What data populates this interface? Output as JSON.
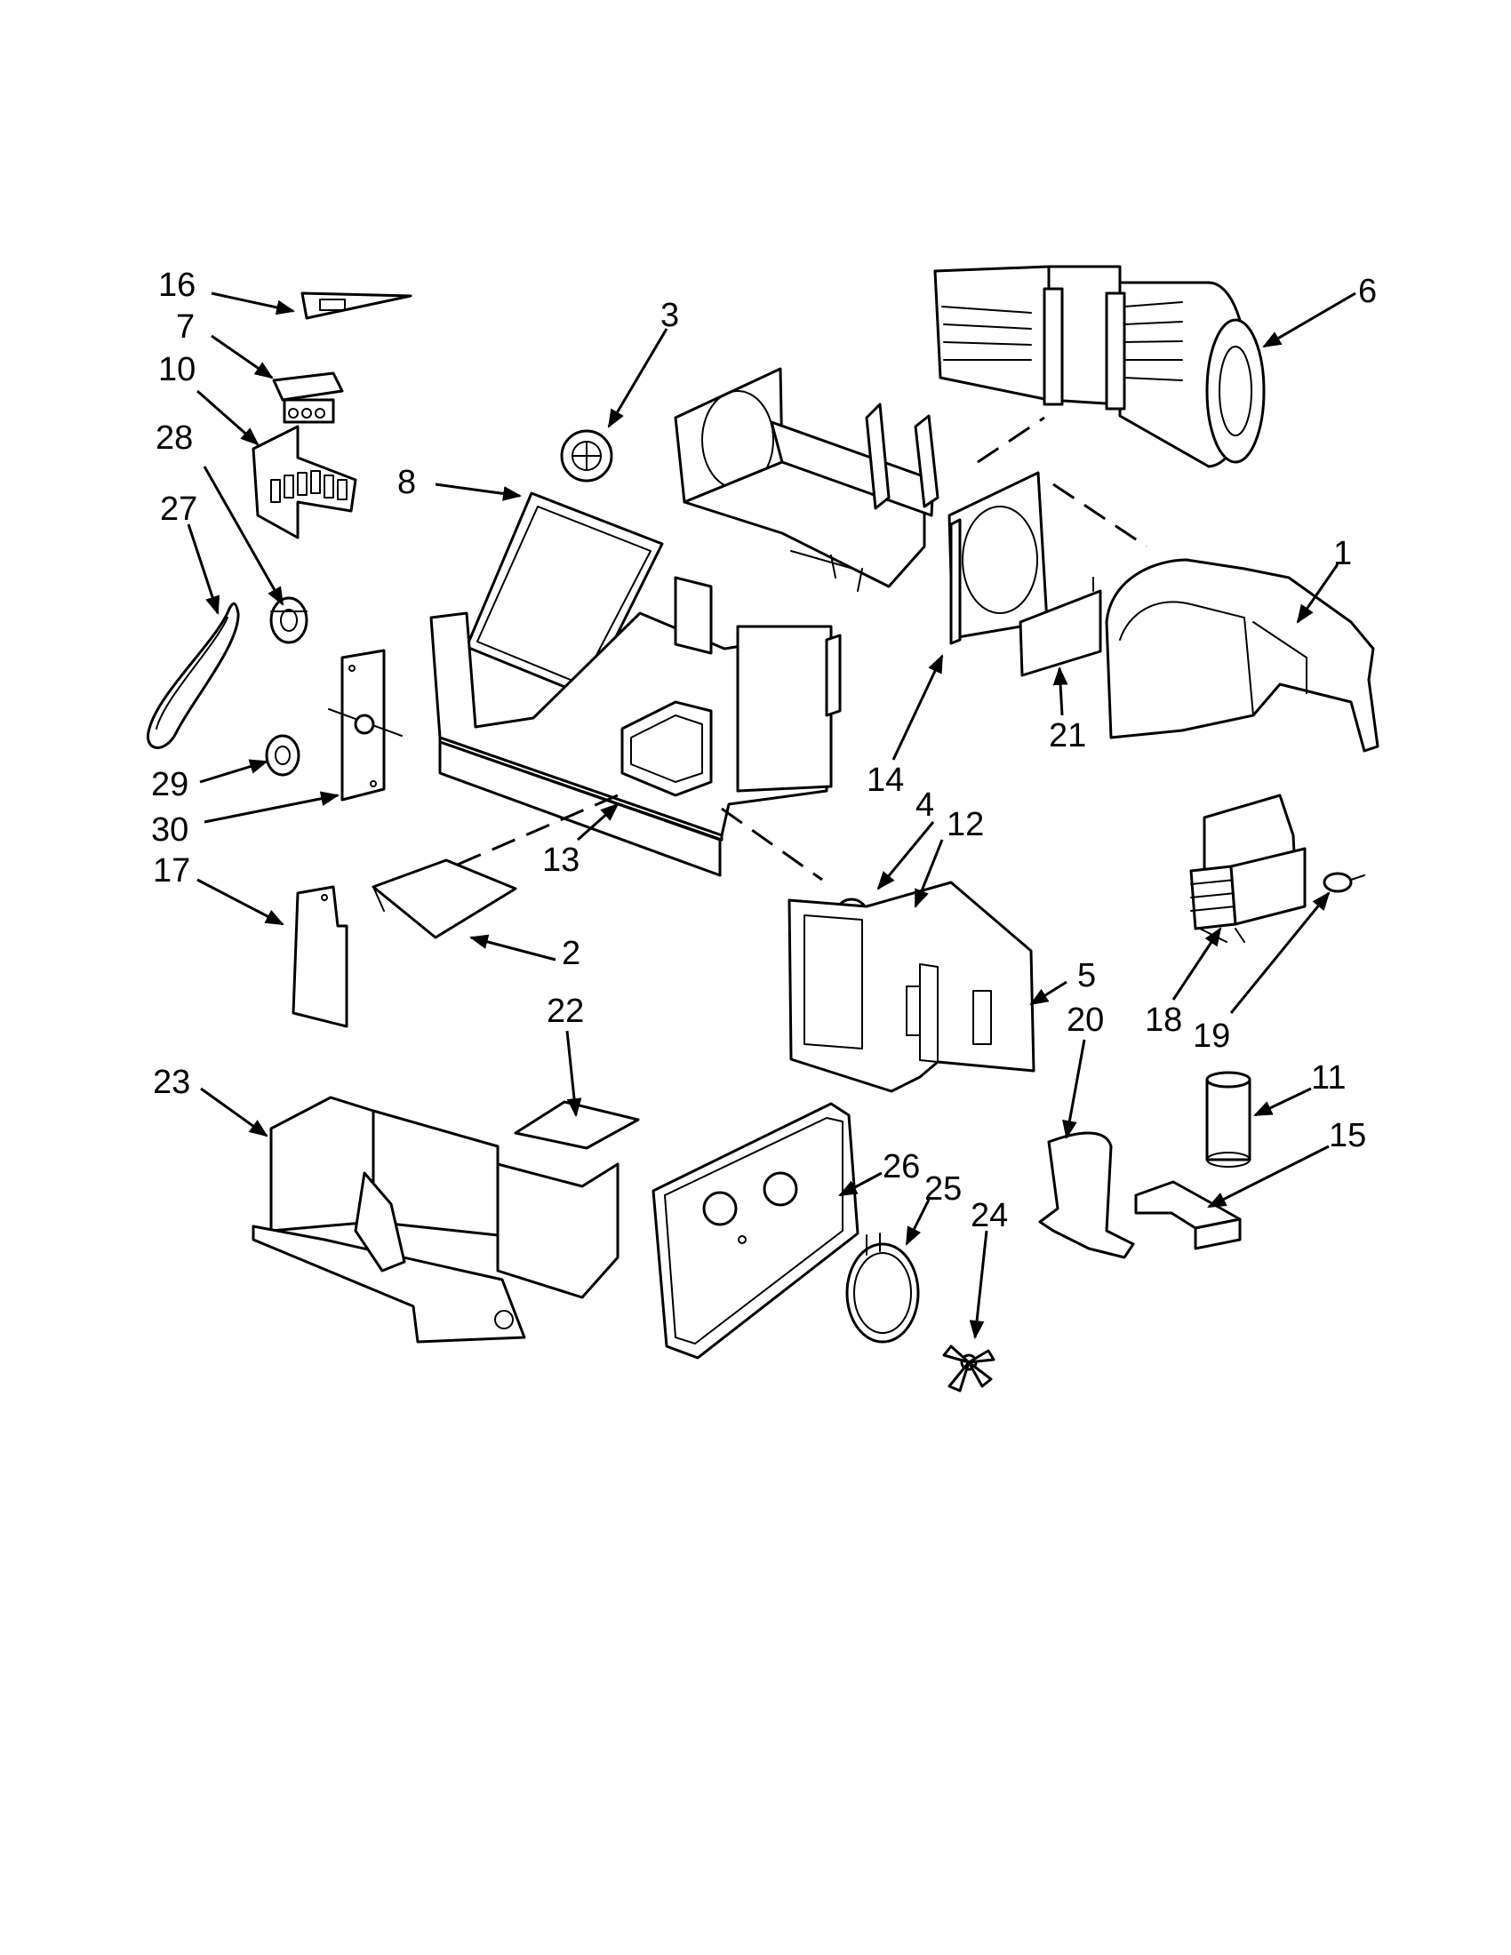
{
  "callouts": {
    "c1": "1",
    "c2": "2",
    "c3": "3",
    "c4": "4",
    "c5": "5",
    "c6": "6",
    "c7": "7",
    "c8": "8",
    "c10": "10",
    "c11": "11",
    "c12": "12",
    "c13": "13",
    "c14": "14",
    "c15": "15",
    "c16": "16",
    "c17": "17",
    "c18": "18",
    "c19": "19",
    "c20": "20",
    "c21": "21",
    "c22": "22",
    "c23": "23",
    "c24": "24",
    "c25": "25",
    "c26": "26",
    "c27": "27",
    "c28": "28",
    "c29": "29",
    "c30": "30"
  }
}
